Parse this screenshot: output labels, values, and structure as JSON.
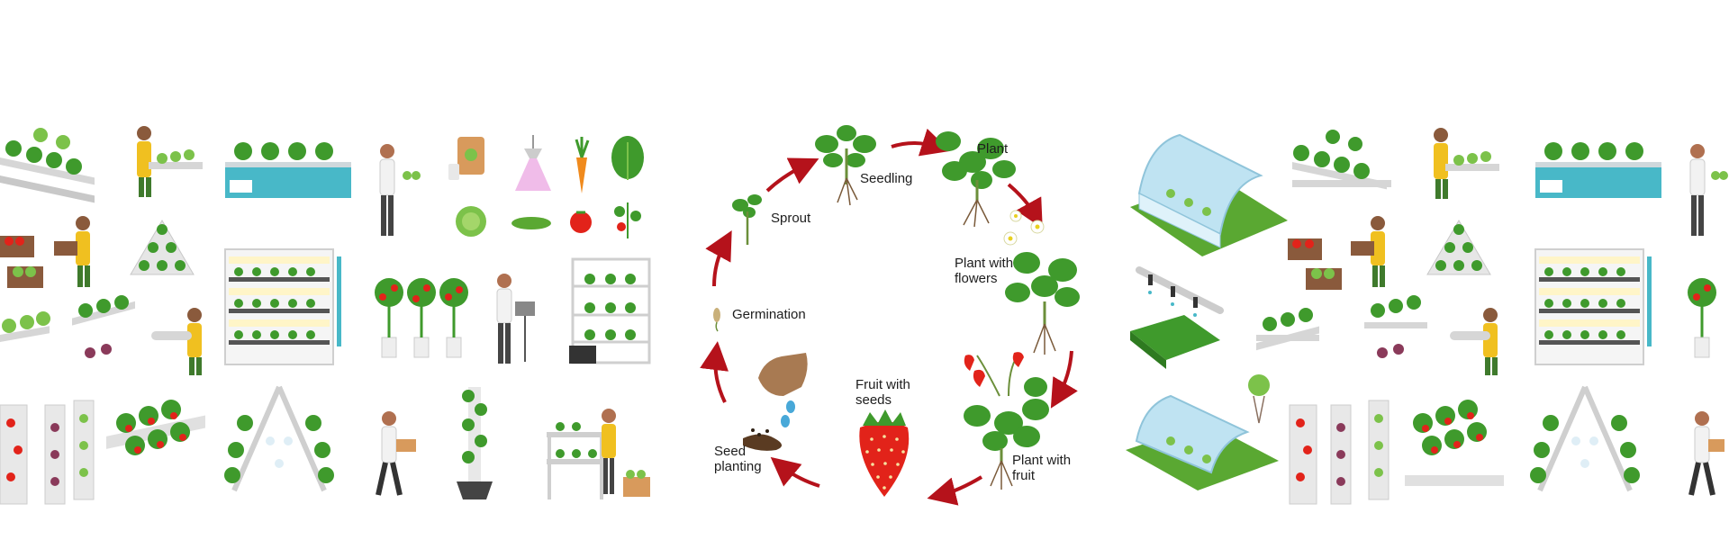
{
  "stages": [
    {
      "id": "seedling",
      "lines": [
        "Seedling"
      ]
    },
    {
      "id": "plant",
      "lines": [
        "Plant"
      ]
    },
    {
      "id": "plant-with-flowers",
      "lines": [
        "Plant with",
        "flowers"
      ]
    },
    {
      "id": "plant-with-fruit",
      "lines": [
        "Plant with",
        "fruit"
      ]
    },
    {
      "id": "fruit-with-seeds",
      "lines": [
        "Fruit with",
        "seeds"
      ]
    },
    {
      "id": "seed-planting",
      "lines": [
        "Seed",
        "planting"
      ]
    },
    {
      "id": "germination",
      "lines": [
        "Germination"
      ]
    },
    {
      "id": "sprout",
      "lines": [
        "Sprout"
      ]
    }
  ],
  "colors": {
    "leaf": "#3f9a2c",
    "leaf_light": "#7cc24a",
    "arrow": "#b5121b",
    "strawberry": "#e2231a",
    "soil": "#5a3b22",
    "rack": "#d6d6d6",
    "water": "#48b8c8",
    "glass": "#bfe3f2",
    "grass": "#5aa832"
  }
}
